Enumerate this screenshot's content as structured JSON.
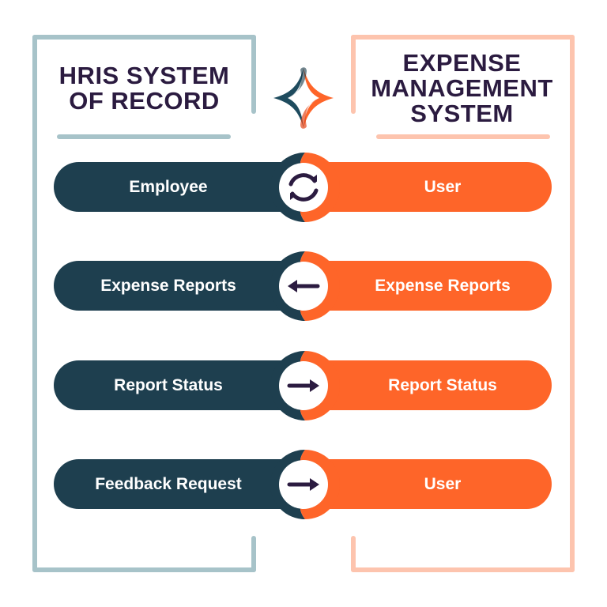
{
  "left_system": {
    "title_line1": "HRIS SYSTEM",
    "title_line2": "OF RECORD"
  },
  "right_system": {
    "title_line1": "EXPENSE",
    "title_line2": "MANAGEMENT",
    "title_line3": "SYSTEM"
  },
  "colors": {
    "left": "#1e3f4f",
    "right": "#fe6529",
    "text": "#2b1b40",
    "left_frame": "#a7c3c9",
    "right_frame": "#fdc4ae"
  },
  "rows": [
    {
      "left": "Employee",
      "right": "User",
      "direction": "sync-icon"
    },
    {
      "left": "Expense Reports",
      "right": "Expense Reports",
      "direction": "arrow-left-icon"
    },
    {
      "left": "Report Status",
      "right": "Report Status",
      "direction": "arrow-right-icon"
    },
    {
      "left": "Feedback Request",
      "right": "User",
      "direction": "arrow-right-icon"
    }
  ]
}
